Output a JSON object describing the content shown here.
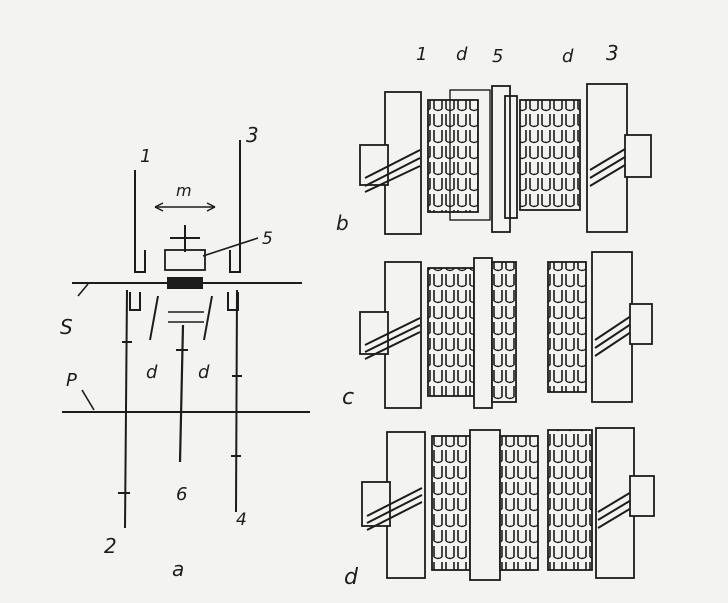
{
  "schematic": {
    "labels": {
      "gear1": "1",
      "gear2": "2",
      "gear3": "3",
      "gear4": "4",
      "collar": "5",
      "fork_rod": "6",
      "dim_m": "m",
      "shaft_s": "S",
      "shaft_p": "P",
      "teeth_left": "d",
      "teeth_right": "d"
    },
    "caption": "a"
  },
  "views": {
    "b": {
      "caption": "b",
      "label_gear1": "1",
      "label_teeth_left": "d",
      "label_collar": "5",
      "label_teeth_right": "d",
      "label_gear3": "3"
    },
    "c": {
      "caption": "c"
    },
    "d": {
      "caption": "d"
    }
  },
  "colors": {
    "ink": "#1c1c1c",
    "paper": "#f3f3f1"
  }
}
